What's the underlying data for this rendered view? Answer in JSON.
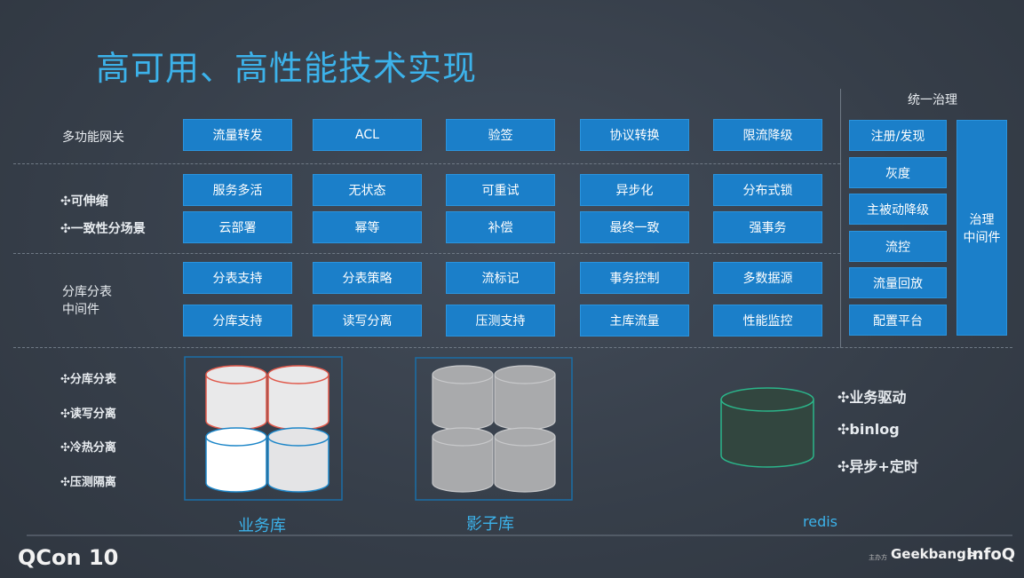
{
  "title": "高可用、高性能技术实现",
  "rows": [
    {
      "labels": [
        "多功能网关"
      ],
      "boxes": [
        [
          "流量转发",
          "ACL",
          "验签",
          "协议转换",
          "限流降级"
        ]
      ]
    },
    {
      "labels": [
        "✣可伸缩",
        "✣一致性分场景"
      ],
      "boxes": [
        [
          "服务多活",
          "无状态",
          "可重试",
          "异步化",
          "分布式锁"
        ],
        [
          "云部署",
          "幂等",
          "补偿",
          "最终一致",
          "强事务"
        ]
      ]
    },
    {
      "labels": [
        "分库分表",
        "中间件"
      ],
      "boxes": [
        [
          "分表支持",
          "分表策略",
          "流标记",
          "事务控制",
          "多数据源"
        ],
        [
          "分库支持",
          "读写分离",
          "压测支持",
          "主库流量",
          "性能监控"
        ]
      ]
    }
  ],
  "governance": {
    "title": "统一治理",
    "items": [
      "注册/发现",
      "灰度",
      "主被动降级",
      "流控",
      "流量回放",
      "配置平台"
    ],
    "middleware": [
      "治理",
      "中间件"
    ]
  },
  "bottom": {
    "bullets": [
      "✣分库分表",
      "✣读写分离",
      "✣冷热分离",
      "✣压测隔离"
    ],
    "captions": [
      "业务库",
      "影子库",
      "redis"
    ],
    "redis_bullets": [
      "✣业务驱动",
      "✣binlog",
      "✣异步+定时"
    ]
  },
  "footer": {
    "left_logo": "QCon 10",
    "right_logos": [
      "主办方",
      "Geekbang>.",
      "InfoQ"
    ]
  }
}
